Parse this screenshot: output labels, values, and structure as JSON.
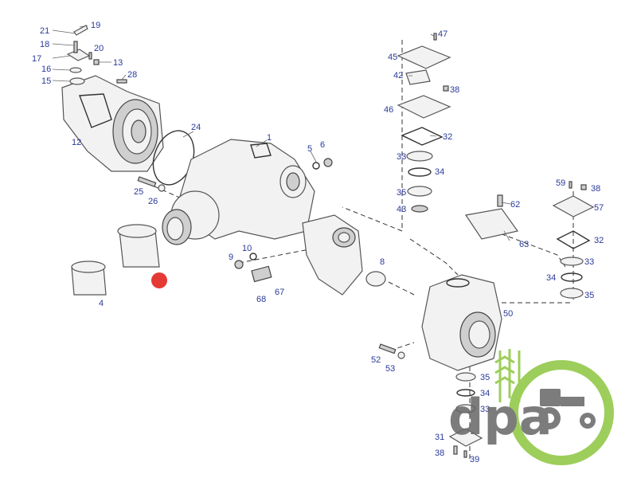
{
  "diagram": {
    "callouts": [
      "21",
      "19",
      "18",
      "20",
      "17",
      "13",
      "16",
      "15",
      "28",
      "12",
      "24",
      "1",
      "5",
      "6",
      "25",
      "26",
      "4",
      "9",
      "10",
      "67",
      "68",
      "8",
      "47",
      "45",
      "42",
      "38",
      "46",
      "32",
      "33",
      "34",
      "35",
      "43",
      "62",
      "63",
      "59",
      "57",
      "50",
      "52",
      "53",
      "31",
      "39"
    ],
    "marker_color": "#e53935"
  },
  "logo": {
    "text": "dpa",
    "primary_color": "#8dc63f",
    "text_color": "#666666"
  }
}
